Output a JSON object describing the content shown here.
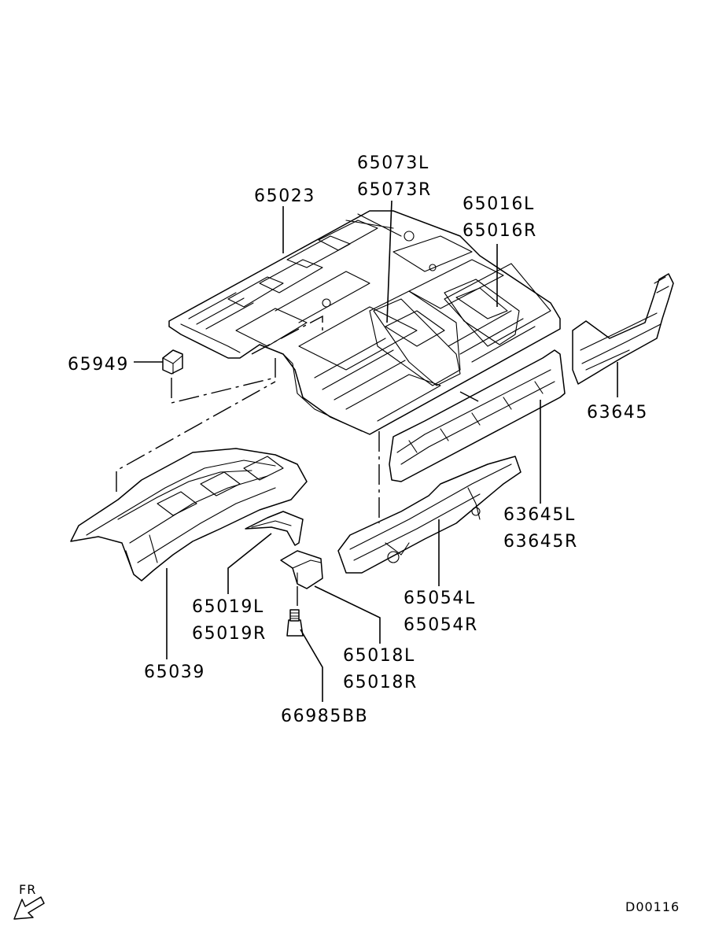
{
  "parts": {
    "floor_pan": "65023",
    "tunnel_reinf_l": "65073L",
    "tunnel_reinf_r": "65073R",
    "crossmember_l": "65016L",
    "crossmember_r": "65016R",
    "bracket": "65949",
    "side_sill_outer": "63645",
    "side_sill_l": "63645L",
    "side_sill_r": "63645R",
    "side_member_l": "65054L",
    "side_member_r": "65054R",
    "front_floor": "65039",
    "gusset_l": "65019L",
    "gusset_r": "65019R",
    "mount_bracket_l": "65018L",
    "mount_bracket_r": "65018R",
    "bolt": "66985BB"
  },
  "direction_label": "FR",
  "diagram_code": "D00116"
}
